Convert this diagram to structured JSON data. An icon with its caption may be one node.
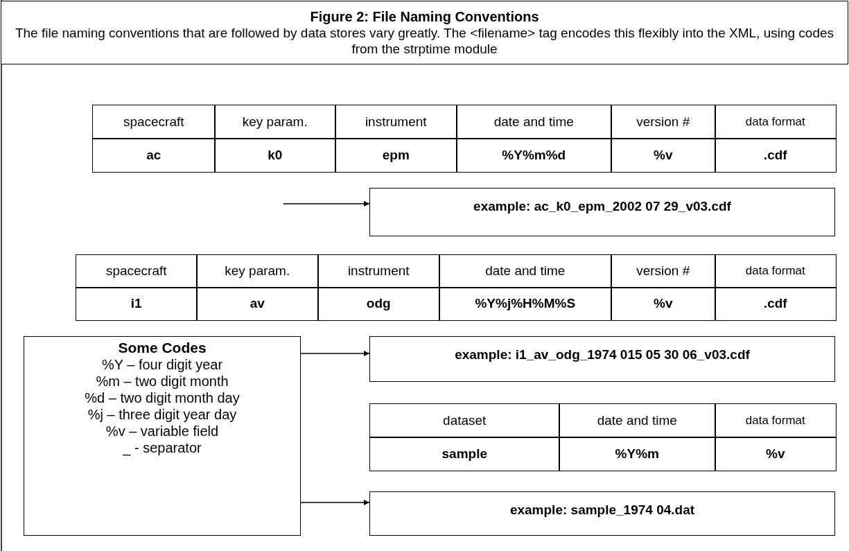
{
  "diagram": {
    "nodes": [
      {
        "text": [
          "Figure 2: File Naming Conventions",
          "The file naming conventions that are followed by data stores vary greatly.  The <filename> tag encodes this flexibly into the XML, using codes from the strptime module"
        ]
      },
      {
        "text": [
          "example: ac_k0_epm_2002 07 29_v03.cdf"
        ]
      },
      {
        "text": [
          "Some Codes",
          "%Y – four digit year",
          "%m – two digit month",
          "%d – two digit month day",
          "%j – three digit year day",
          "%v – variable field",
          "_ - separator"
        ]
      },
      {
        "text": [
          "example: i1_av_odg_1974 015 05 30 06_v03.cdf"
        ]
      },
      {
        "text": [
          "example: sample_1974 04.dat"
        ]
      }
    ],
    "edges": [
      {
        "from": null,
        "to": 1,
        "arrow": "to"
      },
      {
        "from": 2,
        "to": 3,
        "arrow": "to"
      },
      {
        "from": 2,
        "to": 4,
        "arrow": "to"
      }
    ],
    "labels": [
      "spacecraft",
      "key param.",
      "instrument",
      "date and time",
      "version #",
      "data format",
      "ac",
      "k0",
      "epm",
      "%Y%m%d",
      "%v",
      ".cdf",
      "spacecraft",
      "key param.",
      "instrument",
      "date and time",
      "version #",
      "data format",
      "i1",
      "av",
      "odg",
      "%Y%j%H%M%S",
      "%v",
      ".cdf",
      "dataset",
      "date and time",
      "data format",
      "sample",
      "%Y%m",
      "%v"
    ]
  }
}
